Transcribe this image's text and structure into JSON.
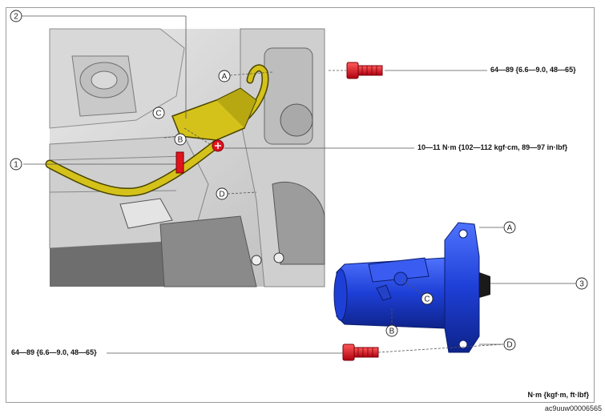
{
  "callouts": {
    "n1": "1",
    "n2": "2",
    "n3": "3",
    "A": "A",
    "B": "B",
    "C": "C",
    "D": "D"
  },
  "torques": {
    "bolt_top": "64—89 {6.6—9.0, 48—65}",
    "nut": "10—11 N·m {102—112 kgf·cm, 89—97 in·lbf}",
    "bolt_bottom": "64—89 {6.6—9.0, 48—65}"
  },
  "units": "N·m {kgf·m, ft·lbf}",
  "image_code": "ac9uuw00006565",
  "colors": {
    "starter_blue": "#1e3fd6",
    "harness_yellow": "#d4c21a",
    "bolt_red": "#e0141e",
    "line_gray": "#555555"
  }
}
